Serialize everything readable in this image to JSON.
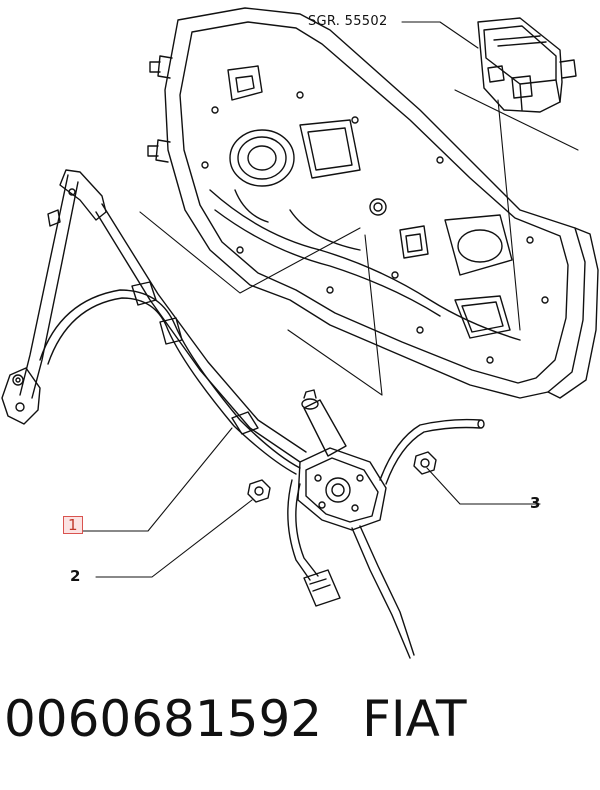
{
  "callouts": {
    "sgr": "SGR. 55502",
    "item1": "1",
    "item2": "2",
    "item3": "3"
  },
  "footer": {
    "part_number": "0060681592",
    "brand": "FIAT"
  },
  "colors": {
    "ink": "#111111",
    "highlight_border": "#d9534f",
    "highlight_fill": "#fbe3e3"
  }
}
